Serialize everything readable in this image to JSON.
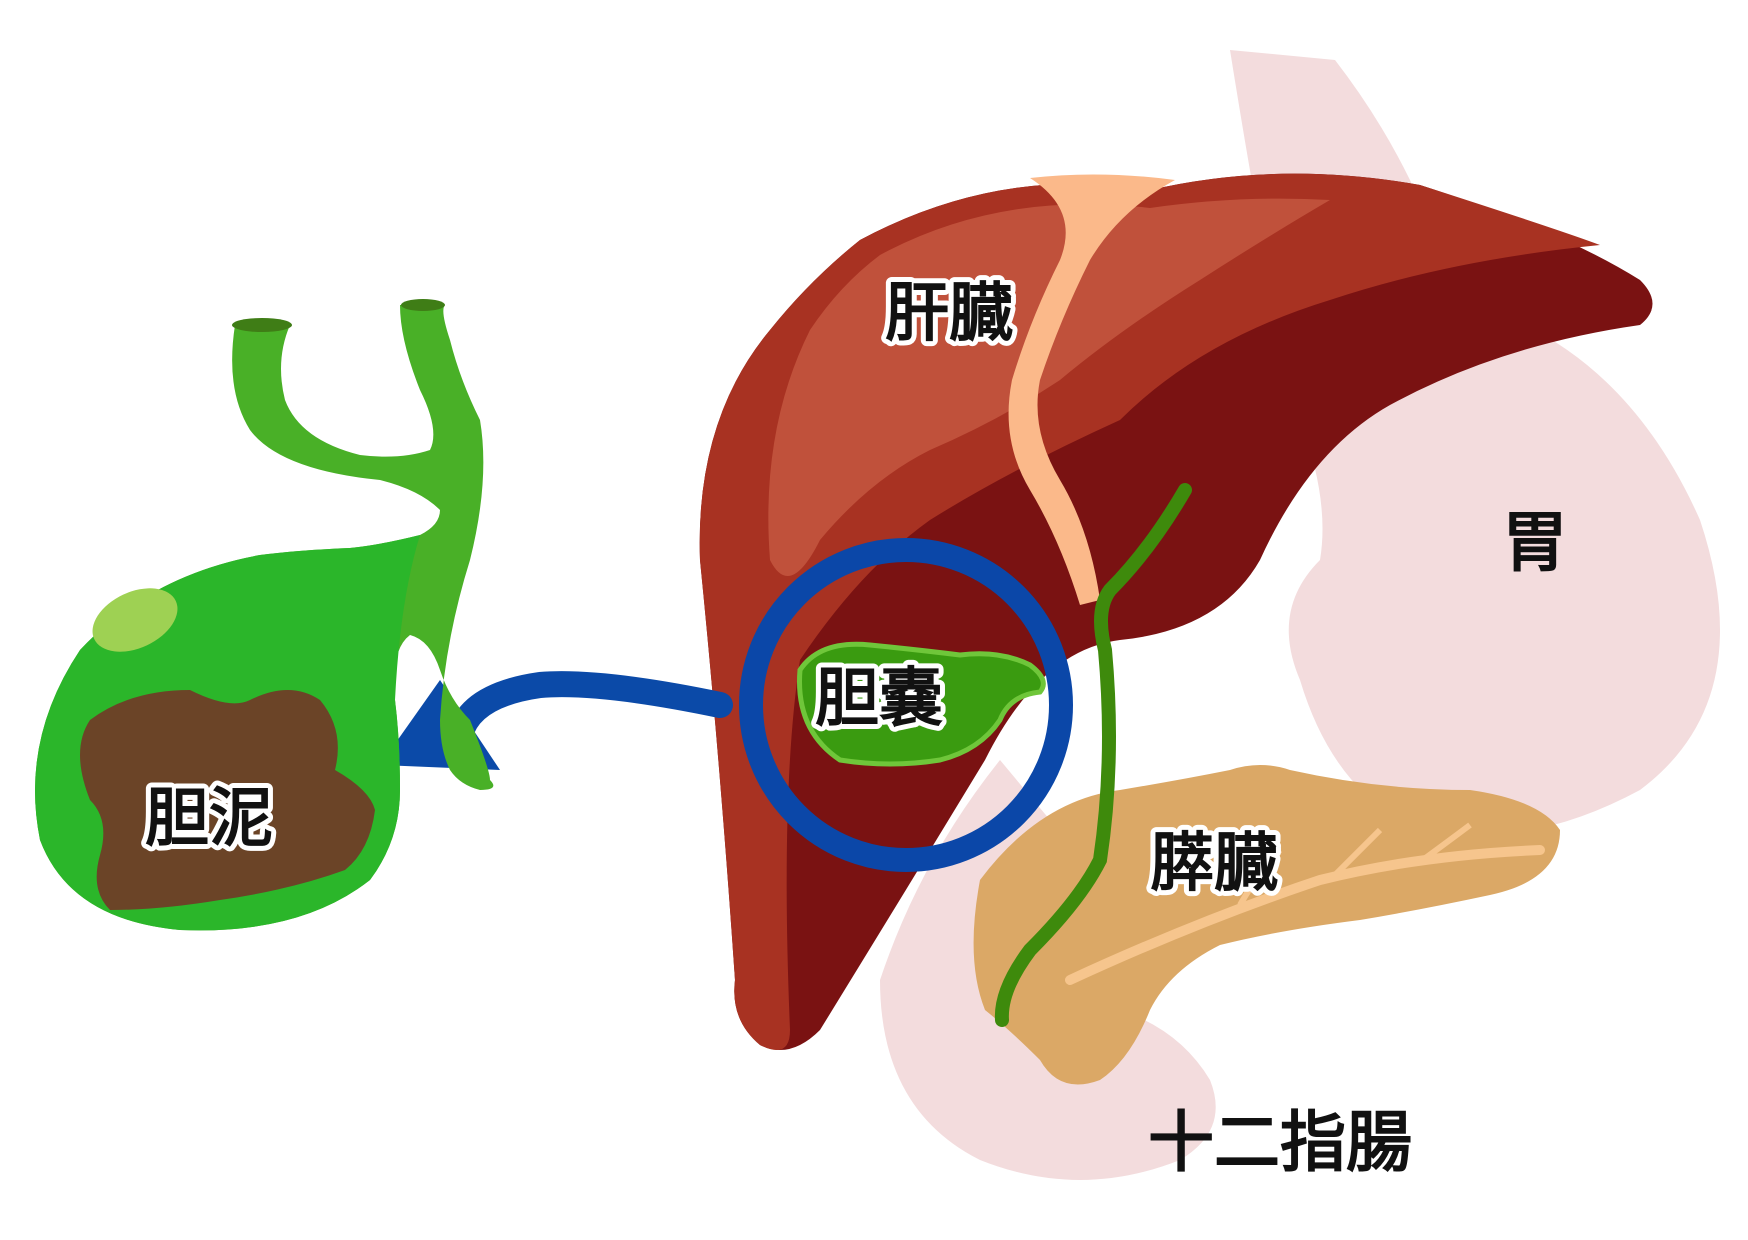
{
  "labels": {
    "liver": "肝臓",
    "stomach": "胃",
    "gallbladder": "胆嚢",
    "pancreas": "膵臓",
    "duodenum": "十二指腸",
    "sludge": "胆泥"
  },
  "colors": {
    "stomach": "#f3dcdd",
    "liver_dark": "#7a1212",
    "liver_mid": "#a83222",
    "liver_light": "#c0513b",
    "ligament": "#fbb98a",
    "gallbladder": "#3a9b10",
    "gallbladder_bright": "#2bb62a",
    "bile_duct": "#3e8a0c",
    "sludge": "#6b4427",
    "pancreas": "#dba866",
    "magnifier_ring": "#0b47a8",
    "arrow": "#0b4aa8"
  }
}
